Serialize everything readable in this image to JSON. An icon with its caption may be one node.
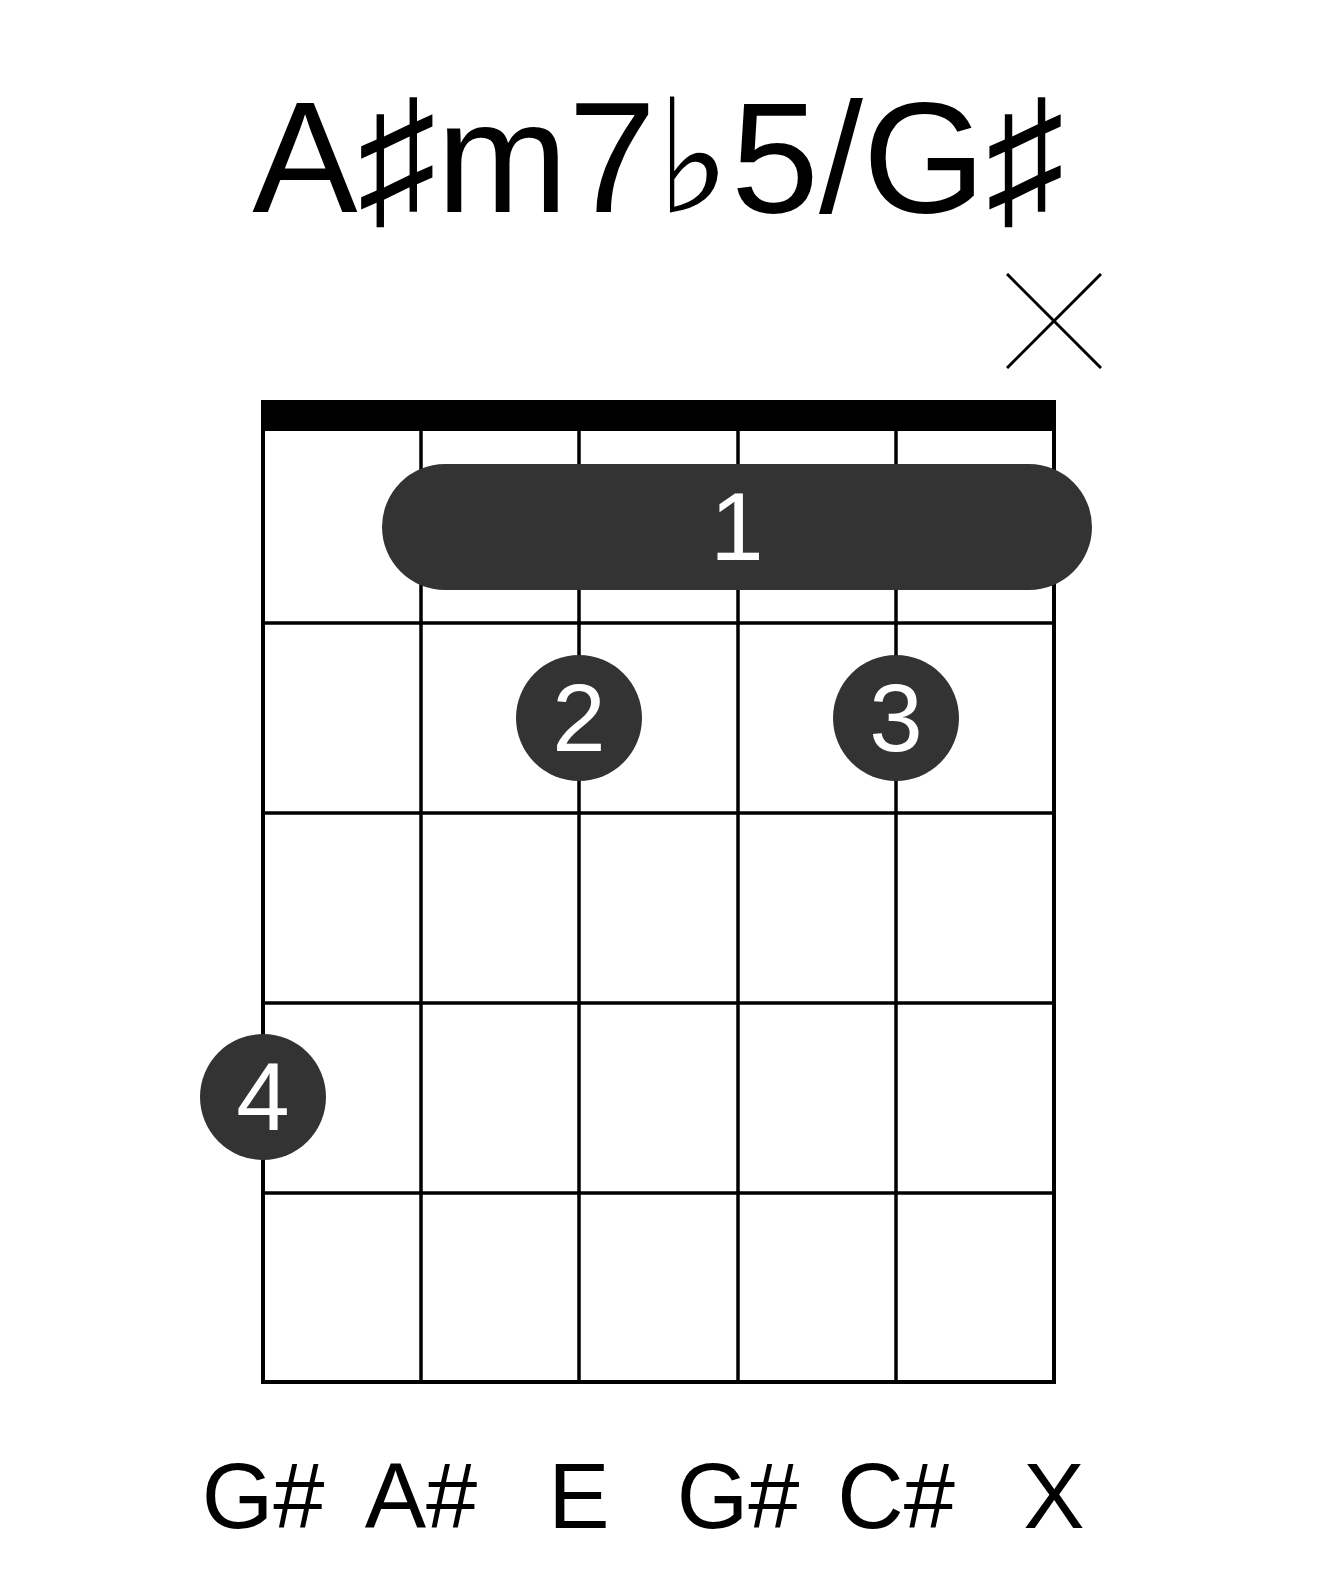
{
  "diagram": {
    "title": "A♯m7♭5/G♯",
    "nodes": [
      {
        "text": [
          "1"
        ]
      },
      {
        "text": [
          "2"
        ]
      },
      {
        "text": [
          "3"
        ]
      },
      {
        "text": [
          "4"
        ]
      }
    ],
    "labels": [
      "G#",
      "A#",
      "E",
      "G#",
      "C#",
      "X"
    ]
  }
}
